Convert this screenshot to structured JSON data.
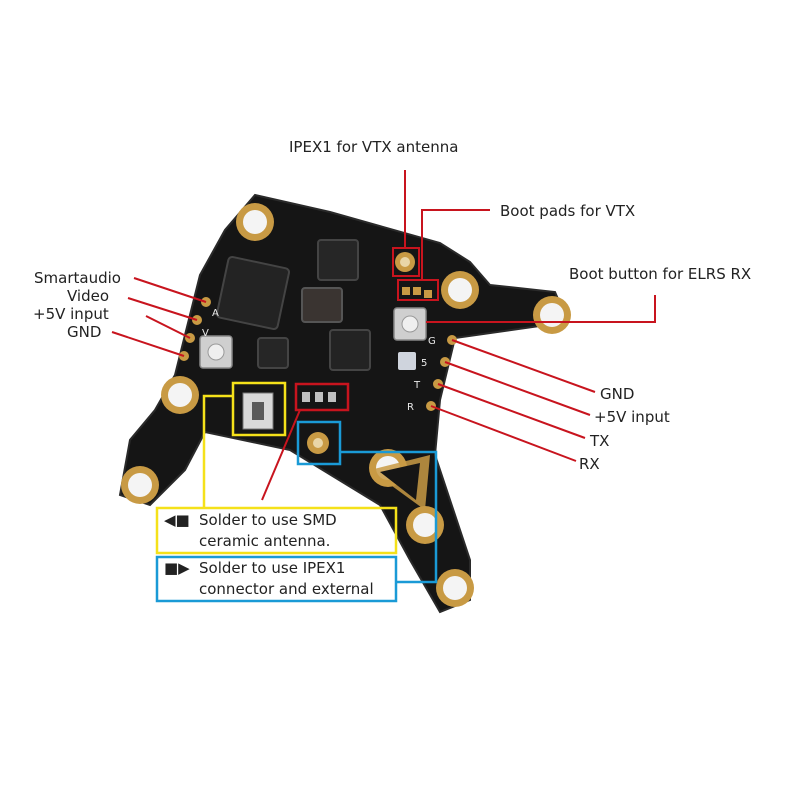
{
  "colors": {
    "leader": "#c8141e",
    "yellow": "#f5e11a",
    "blue": "#1a9ad6",
    "board": "#151515",
    "gold": "#c89a44"
  },
  "labels": {
    "ipex_vtx": "IPEX1 for VTX antenna",
    "boot_vtx": "Boot pads for VTX",
    "boot_elrs": "Boot button for ELRS RX",
    "smartaudio": "Smartaudio",
    "video": "Video",
    "v5_left": "+5V input",
    "gnd_left": "GND",
    "gnd_right": "GND",
    "v5_right": "+5V input",
    "tx": "TX",
    "rx": "RX"
  },
  "boxes": {
    "smd": {
      "line1": "Solder to use SMD",
      "line2": "ceramic antenna.",
      "glyph": "◀■"
    },
    "ipex": {
      "line1": "Solder to use IPEX1",
      "line2": "connector and external",
      "glyph": "■▶"
    }
  },
  "board_markings": {
    "pad_a": "A",
    "pad_v": "V",
    "pad_g": "G",
    "pad_5": "5",
    "pad_t": "T",
    "pad_r": "R"
  },
  "icons": [
    "glyph-left-arrow-square",
    "glyph-square-right-arrow"
  ]
}
